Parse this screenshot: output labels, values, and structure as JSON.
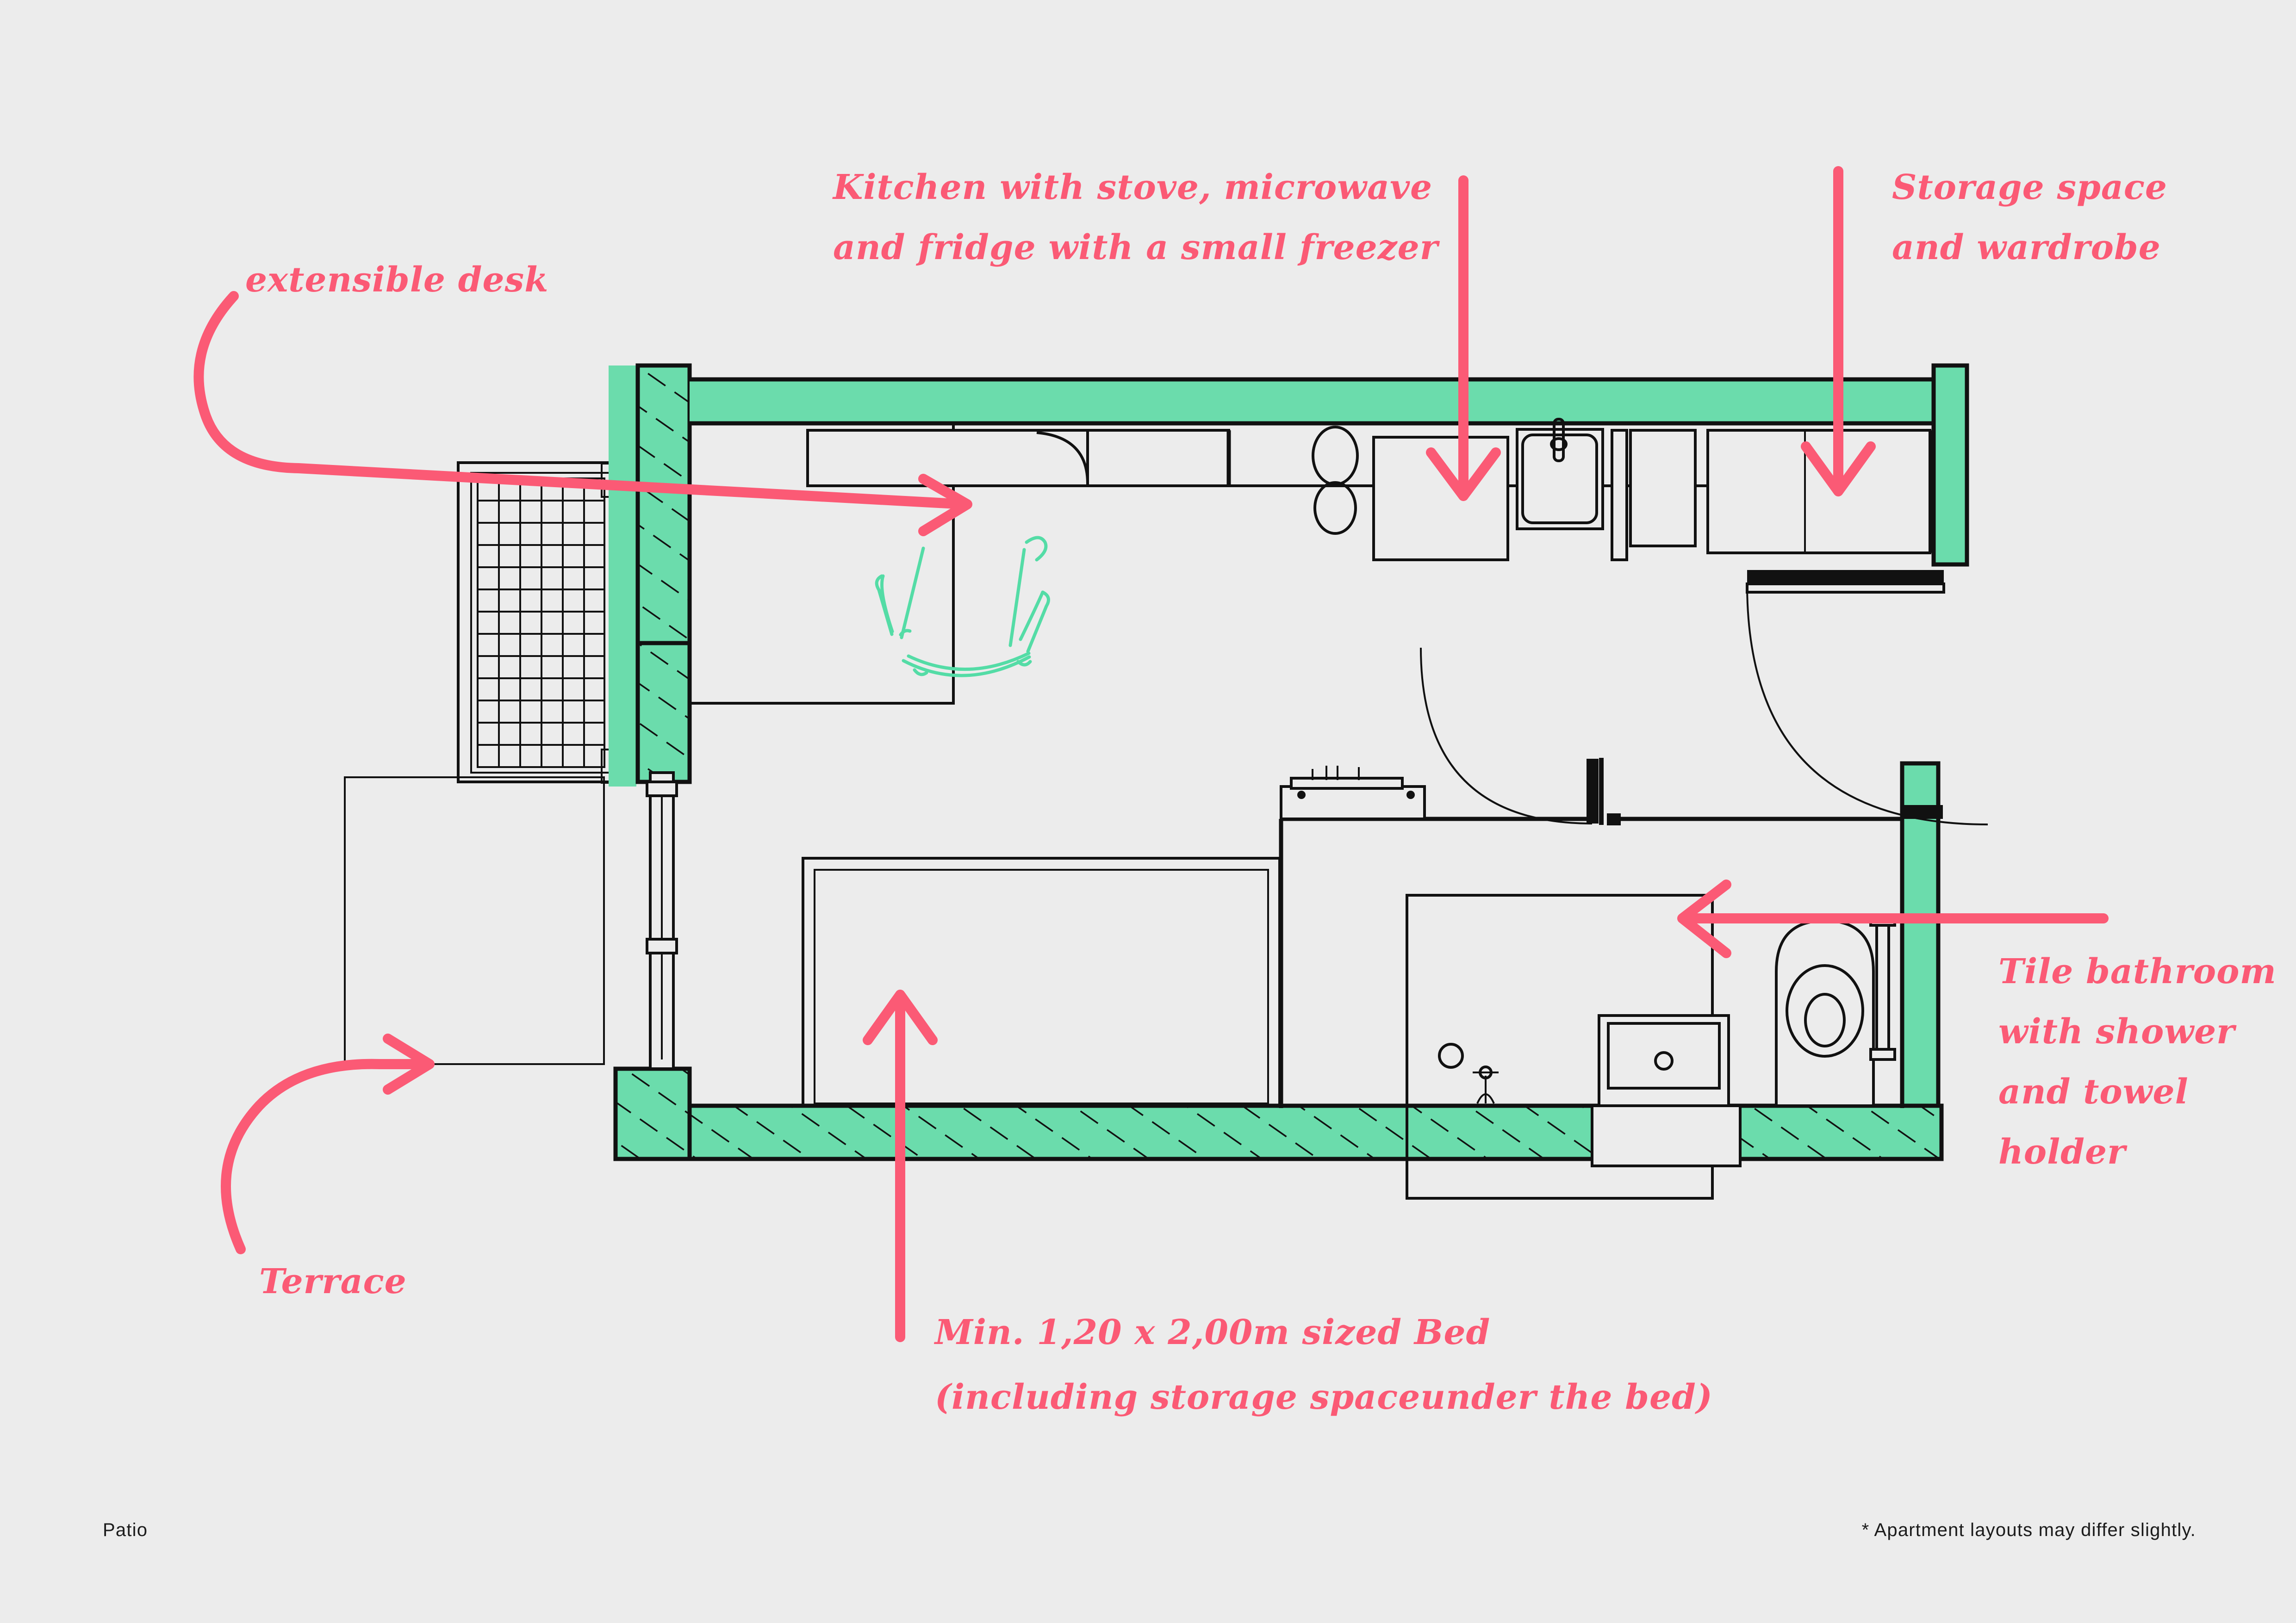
{
  "meta": {
    "background_color": "#ECECEC",
    "accent_pink": "#FB5A75",
    "wall_green": "#6BDCAC",
    "line_black": "#111111",
    "drawing_type": "architectural floor plan",
    "subject": "micro apartment / studio unit layout"
  },
  "annotations": [
    {
      "id": "extensible-desk",
      "lines": [
        "extensible desk"
      ],
      "target": "desk counter along the north wall of the kitchen area",
      "arrow_direction": "right"
    },
    {
      "id": "kitchen",
      "lines": [
        "Kitchen with stove, microwave",
        "and fridge with a small freezer"
      ],
      "target": "kitchen counter run with stove, oven and sink",
      "arrow_direction": "down"
    },
    {
      "id": "storage-wardrobe",
      "lines": [
        "Storage space",
        "and wardrobe"
      ],
      "target": "tall storage cabinets at the north-east corner",
      "arrow_direction": "down"
    },
    {
      "id": "bathroom",
      "lines": [
        "Tile bathroom",
        "with shower",
        "and towel",
        "holder"
      ],
      "target": "bathroom with shower tray, washbasin and toilet",
      "arrow_direction": "left"
    },
    {
      "id": "bed",
      "lines": [
        "Min. 1,20 x 2,00m sized Bed",
        "(including storage spaceunder the bed)"
      ],
      "target": "bed platform in the living area",
      "arrow_direction": "up"
    },
    {
      "id": "terrace",
      "lines": [
        "Terrace"
      ],
      "target": "outdoor terrace rectangle west of the unit",
      "arrow_direction": "right"
    }
  ],
  "footer": {
    "left_label": "Patio",
    "right_note": "* Apartment layouts may differ slightly."
  },
  "plan_elements": {
    "walls": "green hatched perimeter walls",
    "window_grille": "gridded window / shutter panel on the west facade",
    "chair": "green sketched desk chair",
    "kitchen_fixtures": [
      "stove burners",
      "oven",
      "sink with faucet",
      "fridge",
      "cabinets"
    ],
    "bathroom_fixtures": [
      "shower tray with drain",
      "shower mixer",
      "washbasin",
      "toilet",
      "towel holder"
    ],
    "doors": [
      "entry door with swing arc",
      "bathroom door with swing arc"
    ]
  }
}
